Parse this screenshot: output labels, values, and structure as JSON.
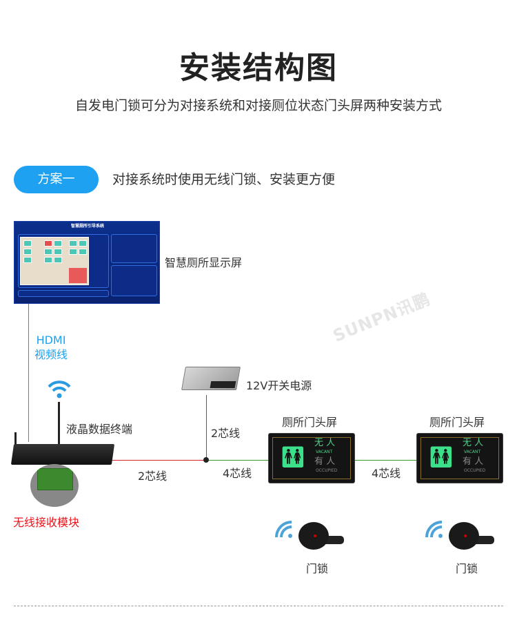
{
  "header": {
    "title": "安装结构图",
    "subtitle": "自发电门锁可分为对接系统和对接厕位状态门头屏两种安装方式"
  },
  "plan": {
    "badge": "方案一",
    "description": "对接系统时使用无线门锁、安装更方便"
  },
  "watermark": "SUNPN讯鹏",
  "screen": {
    "inner_title": "智慧厕所引导系统",
    "label": "智慧厕所显示屏"
  },
  "cable_hdmi": {
    "line1": "HDMI",
    "line2": "视频线"
  },
  "terminal": {
    "label": "液晶数据终端"
  },
  "module": {
    "label": "无线接收模块"
  },
  "power": {
    "label": "12V开关电源"
  },
  "wires": {
    "power_to_junction": "2芯线",
    "terminal_to_junction": "2芯线",
    "junction_to_door1": "4芯线",
    "door1_to_door2": "4芯线"
  },
  "door_screens": [
    {
      "label": "厕所门头屏",
      "vacant_cn": "无 人",
      "vacant_en": "VACANT",
      "occupied_cn": "有 人",
      "occupied_en": "OCCUPIED"
    },
    {
      "label": "厕所门头屏",
      "vacant_cn": "无 人",
      "vacant_en": "VACANT",
      "occupied_cn": "有 人",
      "occupied_en": "OCCUPIED"
    }
  ],
  "locks": [
    {
      "label": "门锁"
    },
    {
      "label": "门锁"
    }
  ],
  "colors": {
    "accent": "#1ea1f0",
    "hdmi": "#2b8fd8",
    "power_wire": "#d8242a",
    "signal_wire": "#3a9a2a",
    "module_label": "#e8141c"
  }
}
